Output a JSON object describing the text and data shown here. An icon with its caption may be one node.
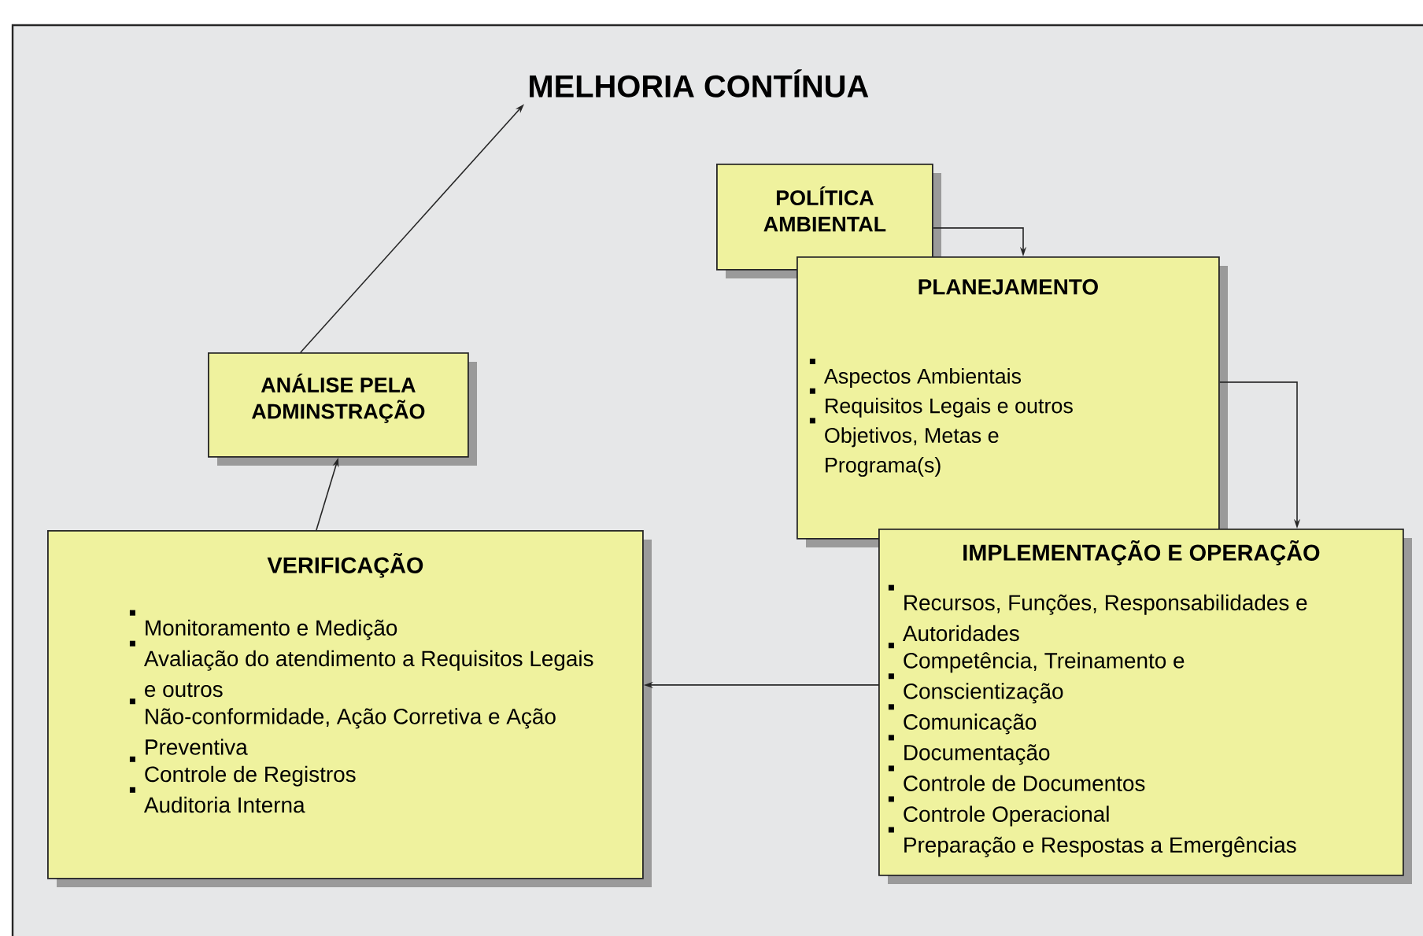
{
  "diagram": {
    "nodes": [
      {
        "text": [
          "MELHORIA CONTÍNUA"
        ]
      },
      {
        "text": [
          "POLÍTICA AMBIENTAL"
        ]
      },
      {
        "text": [
          "PLANEJAMENTO",
          "Aspectos Ambientais",
          "Requisitos Legais e outros",
          "Objetivos, Metas e Programa(s)"
        ]
      },
      {
        "text": [
          "IMPLEMENTAÇÃO E OPERAÇÃO",
          "Recursos, Funções, Responsabilidades e Autoridades",
          "Competência, Treinamento e",
          "Conscientização",
          "Comunicação",
          "Documentação",
          "Controle de Documentos",
          "Controle Operacional",
          "Preparação e Respostas a Emergências"
        ]
      },
      {
        "text": [
          "VERIFICAÇÃO",
          "Monitoramento e Medição",
          "Avaliação do atendimento a Requisitos Legais e outros",
          "Não-conformidade, Ação Corretiva e Ação Preventiva",
          "Controle de Registros",
          "Auditoria Interna"
        ]
      },
      {
        "text": [
          "ANÁLISE PELA ADMINSTRAÇÃO"
        ]
      }
    ],
    "edges": [
      {
        "from": 1,
        "to": 2,
        "arrow": "to"
      },
      {
        "from": 2,
        "to": 3,
        "arrow": "to"
      },
      {
        "from": 3,
        "to": 4,
        "arrow": "to"
      },
      {
        "from": 4,
        "to": 5,
        "arrow": "to"
      },
      {
        "from": 5,
        "to": 0,
        "arrow": "to"
      }
    ]
  }
}
